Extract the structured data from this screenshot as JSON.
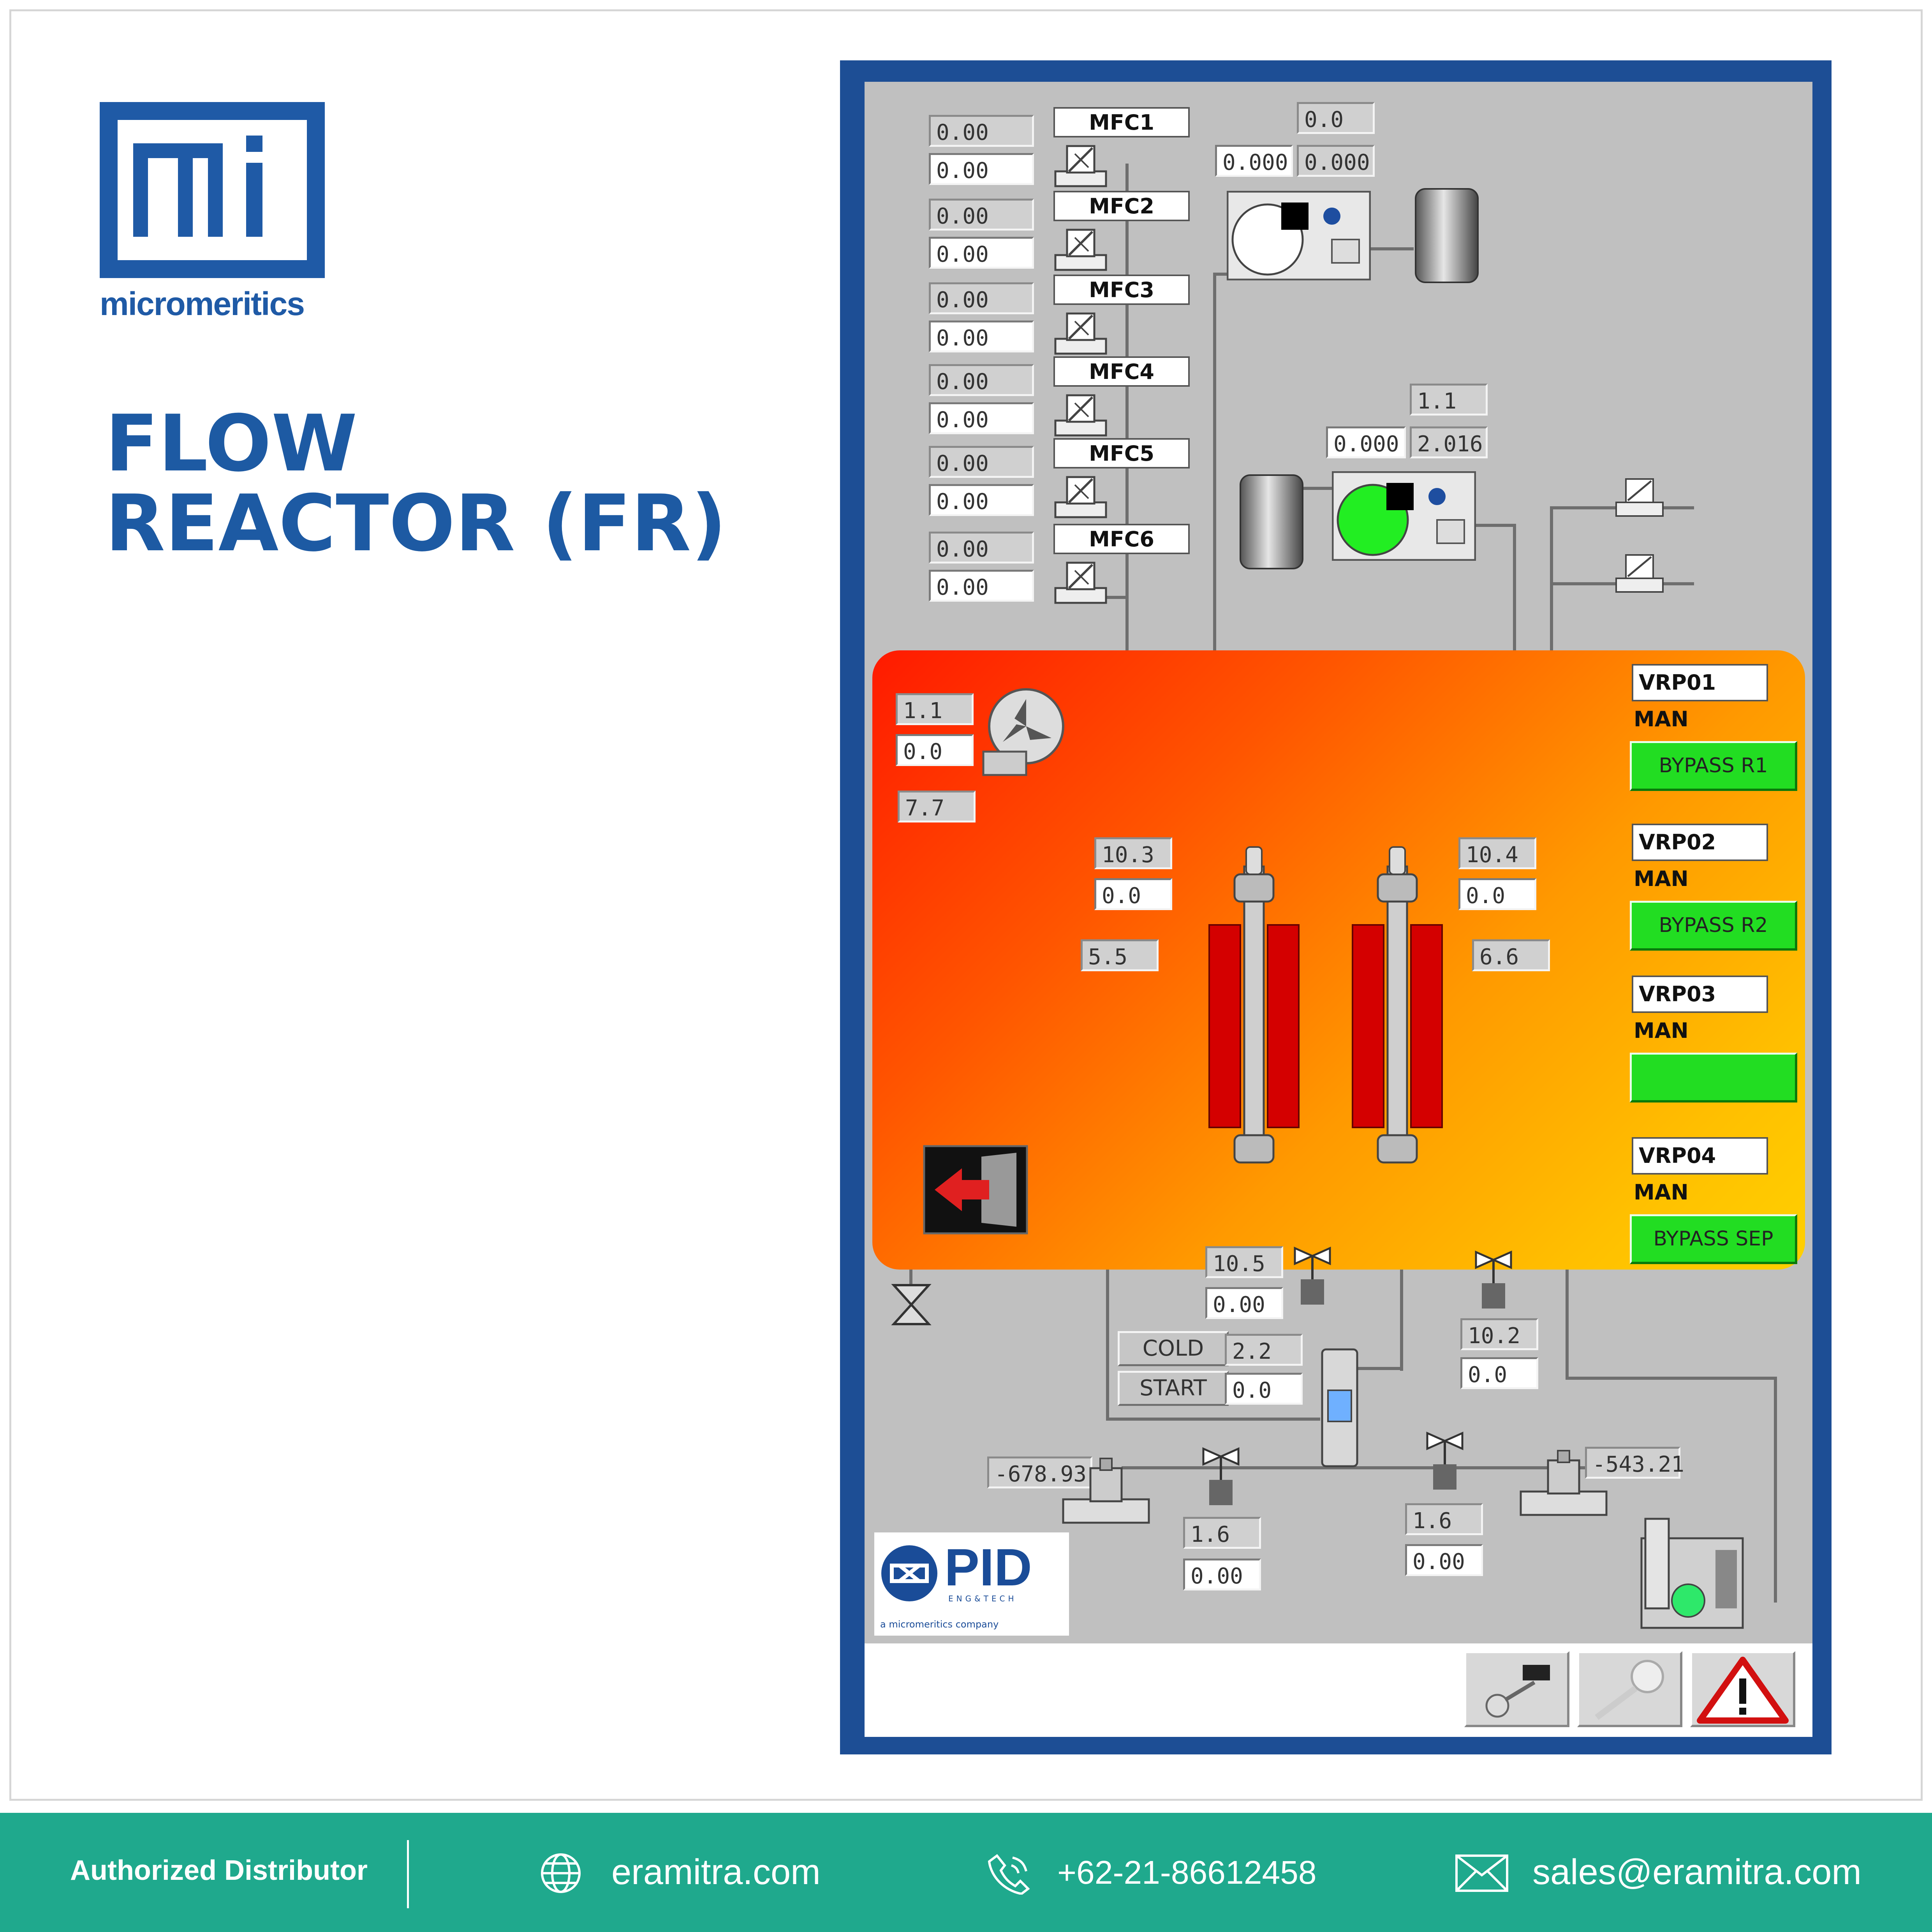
{
  "brand": {
    "logo_name": "micromeritics",
    "title_line1": "FLOW",
    "title_line2": "REACTOR (FR)",
    "color": "#1f5aa6"
  },
  "mfc": [
    {
      "label": "MFC1",
      "read": "0.00",
      "set": "0.00"
    },
    {
      "label": "MFC2",
      "read": "0.00",
      "set": "0.00"
    },
    {
      "label": "MFC3",
      "read": "0.00",
      "set": "0.00"
    },
    {
      "label": "MFC4",
      "read": "0.00",
      "set": "0.00"
    },
    {
      "label": "MFC5",
      "read": "0.00",
      "set": "0.00"
    },
    {
      "label": "MFC6",
      "read": "0.00",
      "set": "0.00"
    }
  ],
  "pump1": {
    "top": "0.0",
    "left": "0.000",
    "right": "0.000"
  },
  "pump2": {
    "top": "1.1",
    "left": "0.000",
    "right": "2.016"
  },
  "heater": {
    "read": "1.1",
    "set": "0.0",
    "third": "7.7"
  },
  "reactor1": {
    "read": "10.3",
    "set": "0.0",
    "temp": "5.5"
  },
  "reactor2": {
    "read": "10.4",
    "set": "0.0",
    "temp": "6.6"
  },
  "valves": [
    {
      "id": "VRP01",
      "mode": "MAN",
      "button": "BYPASS R1"
    },
    {
      "id": "VRP02",
      "mode": "MAN",
      "button": "BYPASS R2"
    },
    {
      "id": "VRP03",
      "mode": "MAN",
      "button": ""
    },
    {
      "id": "VRP04",
      "mode": "MAN",
      "button": "BYPASS SEP"
    }
  ],
  "lower": {
    "f1_read": "10.5",
    "f1_set": "0.00",
    "cold_label": "COLD",
    "start_label": "START",
    "cold_read": "2.2",
    "cold_set": "0.0",
    "f2_read": "10.2",
    "f2_set": "0.0",
    "left_pressure": "-678.93",
    "right_pressure": "-543.21",
    "v1_read": "1.6",
    "v1_set": "0.00",
    "v2_read": "1.6",
    "v2_set": "0.00"
  },
  "pid_logo": {
    "name": "PID",
    "sub": "ENG&TECH",
    "company": "a micromeritics company"
  },
  "footer": {
    "distributor": "Authorized Distributor",
    "website": "eramitra.com",
    "phone": "+62-21-86612458",
    "email": "sales@eramitra.com"
  },
  "colors": {
    "panel_border": "#1d4e95",
    "screen_bg": "#c0c0c0",
    "green_button": "#22dd22",
    "footer_bg": "#1fa98d"
  }
}
